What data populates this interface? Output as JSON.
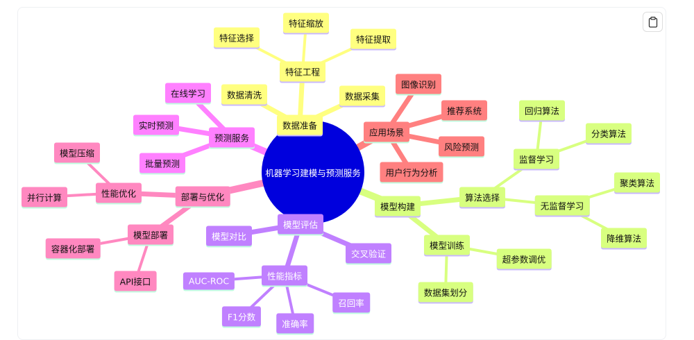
{
  "root": {
    "id": "root",
    "label": "机器学习建模与预测服务"
  },
  "colors": {
    "yellow": "#ffff80",
    "salmon": "#ff8080",
    "green": "#d8ff80",
    "purple": "#c080ff",
    "pink": "#ff88c0",
    "magenta": "#ff80ff",
    "root": "#0000dd"
  },
  "nodes": [
    {
      "id": "n1",
      "label": "数据准备",
      "parent": "root",
      "color": "yellow"
    },
    {
      "id": "n1a",
      "label": "特征工程",
      "parent": "n1",
      "color": "yellow"
    },
    {
      "id": "n1a1",
      "label": "特征选择",
      "parent": "n1a",
      "color": "yellow"
    },
    {
      "id": "n1a2",
      "label": "特征缩放",
      "parent": "n1a",
      "color": "yellow"
    },
    {
      "id": "n1a3",
      "label": "特征提取",
      "parent": "n1a",
      "color": "yellow"
    },
    {
      "id": "n1b",
      "label": "数据清洗",
      "parent": "n1",
      "color": "yellow"
    },
    {
      "id": "n1c",
      "label": "数据采集",
      "parent": "n1",
      "color": "yellow"
    },
    {
      "id": "n2",
      "label": "应用场景",
      "parent": "root",
      "color": "salmon"
    },
    {
      "id": "n2a",
      "label": "图像识别",
      "parent": "n2",
      "color": "salmon"
    },
    {
      "id": "n2b",
      "label": "推荐系统",
      "parent": "n2",
      "color": "salmon"
    },
    {
      "id": "n2c",
      "label": "风险预测",
      "parent": "n2",
      "color": "salmon"
    },
    {
      "id": "n2d",
      "label": "用户行为分析",
      "parent": "n2",
      "color": "salmon"
    },
    {
      "id": "n3",
      "label": "模型构建",
      "parent": "root",
      "color": "green"
    },
    {
      "id": "n3a",
      "label": "算法选择",
      "parent": "n3",
      "color": "green"
    },
    {
      "id": "n3a1",
      "label": "监督学习",
      "parent": "n3a",
      "color": "green"
    },
    {
      "id": "n3a1a",
      "label": "回归算法",
      "parent": "n3a1",
      "color": "green"
    },
    {
      "id": "n3a1b",
      "label": "分类算法",
      "parent": "n3a1",
      "color": "green"
    },
    {
      "id": "n3a2",
      "label": "无监督学习",
      "parent": "n3a",
      "color": "green"
    },
    {
      "id": "n3a2a",
      "label": "聚类算法",
      "parent": "n3a2",
      "color": "green"
    },
    {
      "id": "n3a2b",
      "label": "降维算法",
      "parent": "n3a2",
      "color": "green"
    },
    {
      "id": "n3b",
      "label": "模型训练",
      "parent": "n3",
      "color": "green"
    },
    {
      "id": "n3b1",
      "label": "超参数调优",
      "parent": "n3b",
      "color": "green"
    },
    {
      "id": "n3b2",
      "label": "数据集划分",
      "parent": "n3b",
      "color": "green"
    },
    {
      "id": "n4",
      "label": "模型评估",
      "parent": "root",
      "color": "purple"
    },
    {
      "id": "n4a",
      "label": "模型对比",
      "parent": "n4",
      "color": "purple"
    },
    {
      "id": "n4b",
      "label": "交叉验证",
      "parent": "n4",
      "color": "purple"
    },
    {
      "id": "n4c",
      "label": "性能指标",
      "parent": "n4",
      "color": "purple"
    },
    {
      "id": "n4c1",
      "label": "AUC-ROC",
      "parent": "n4c",
      "color": "purple"
    },
    {
      "id": "n4c2",
      "label": "F1分数",
      "parent": "n4c",
      "color": "purple"
    },
    {
      "id": "n4c3",
      "label": "准确率",
      "parent": "n4c",
      "color": "purple"
    },
    {
      "id": "n4c4",
      "label": "召回率",
      "parent": "n4c",
      "color": "purple"
    },
    {
      "id": "n5",
      "label": "部署与优化",
      "parent": "root",
      "color": "pink"
    },
    {
      "id": "n5a",
      "label": "性能优化",
      "parent": "n5",
      "color": "pink"
    },
    {
      "id": "n5a1",
      "label": "模型压缩",
      "parent": "n5a",
      "color": "pink"
    },
    {
      "id": "n5a2",
      "label": "并行计算",
      "parent": "n5a",
      "color": "pink"
    },
    {
      "id": "n5b",
      "label": "模型部署",
      "parent": "n5",
      "color": "pink"
    },
    {
      "id": "n5b1",
      "label": "容器化部署",
      "parent": "n5b",
      "color": "pink"
    },
    {
      "id": "n5b2",
      "label": "API接口",
      "parent": "n5b",
      "color": "pink"
    },
    {
      "id": "n6",
      "label": "预测服务",
      "parent": "root",
      "color": "magenta"
    },
    {
      "id": "n6a",
      "label": "在线学习",
      "parent": "n6",
      "color": "magenta"
    },
    {
      "id": "n6b",
      "label": "实时预测",
      "parent": "n6",
      "color": "magenta"
    },
    {
      "id": "n6c",
      "label": "批量预测",
      "parent": "n6",
      "color": "magenta"
    }
  ],
  "toolbar": {
    "copy_icon": "clipboard-icon"
  }
}
